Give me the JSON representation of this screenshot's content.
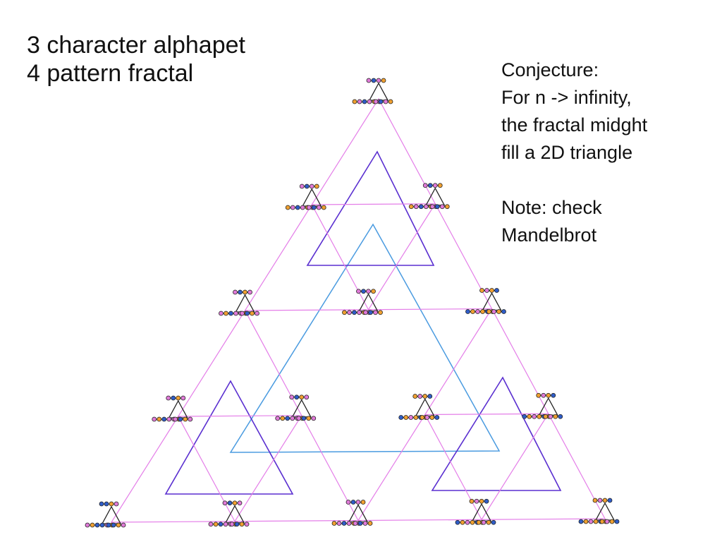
{
  "title": {
    "line1": "3 character alphapet",
    "line2": "4 pattern fractal"
  },
  "notes": {
    "line1": "Conjecture:",
    "line2": "For n -> infinity,",
    "line3": "the fractal midght",
    "line4": "fill a 2D triangle",
    "line5": "",
    "line6": "Note: check",
    "line7": "Mandelbrot"
  },
  "colors": {
    "level1_triangle": "#4a9be0",
    "level2_triangle": "#5a2fd0",
    "level3_triangle": "#e47ee8",
    "mini_triangle": "#222222",
    "symbol_blue": "#2f5dc9",
    "symbol_pink": "#e07ad8",
    "symbol_orange": "#f0a030"
  }
}
